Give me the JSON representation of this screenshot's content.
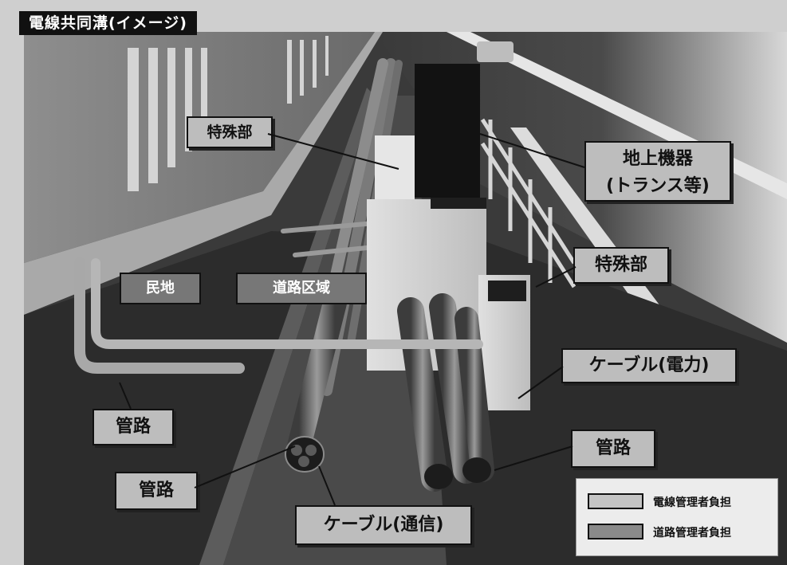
{
  "title": "電線共同溝(イメージ)",
  "labels": {
    "special_part_upper": "特殊部",
    "ground_equipment_line1": "地上機器",
    "ground_equipment_line2": "(トランス等)",
    "special_part_right": "特殊部",
    "private_land": "民地",
    "road_area": "道路区域",
    "cable_power": "ケーブル(電力)",
    "conduit_left": "管路",
    "conduit_center": "管路",
    "conduit_right": "管路",
    "cable_telecom": "ケーブル(通信)"
  },
  "legend": [
    {
      "label": "電線管理者負担",
      "color": "#c4c4c4"
    },
    {
      "label": "道路管理者負担",
      "color": "#8a8a8a"
    }
  ]
}
